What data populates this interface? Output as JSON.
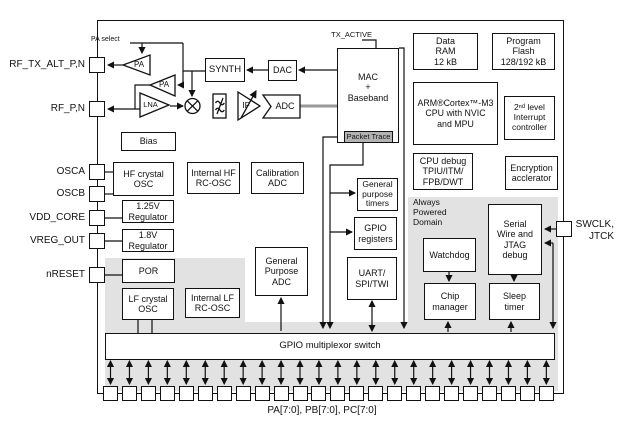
{
  "diagram_title": "SoC block diagram",
  "colors": {
    "domain_gray": "#e2e2e2",
    "packet_trace_gray": "#b3b3b3",
    "line": "#111111",
    "bus_gray": "#999999"
  },
  "pins": {
    "left": [
      "RF_TX_ALT_P,N",
      "RF_P,N",
      "OSCA",
      "OSCB",
      "VDD_CORE",
      "VREG_OUT",
      "nRESET"
    ],
    "right": "SWCLK,\nJTCK",
    "top": "TX_ACTIVE",
    "bottom_label": "PA[7:0], PB[7:0], PC[7:0]",
    "bottom_count": 24
  },
  "rf": {
    "pa_select": "PA select",
    "pa1": "PA",
    "pa2": "PA",
    "lna": "LNA",
    "if_amp": "IF",
    "synth": "SYNTH",
    "dac": "DAC",
    "adc": "ADC"
  },
  "blocks": {
    "mac": "MAC\n+\nBaseband",
    "packet_trace": "Packet Trace",
    "bias": "Bias",
    "hf_xtal": "HF crystal\nOSC",
    "int_hf": "Internal HF\nRC-OSC",
    "cal_adc": "Calibration\nADC",
    "reg125": "1.25V\nRegulator",
    "reg18": "1.8V\nRegulator",
    "por": "POR",
    "lf_xtal": "LF crystal\nOSC",
    "int_lf": "Internal LF\nRC-OSC",
    "gp_adc": "General\nPurpose\nADC",
    "timers": "General\npurpose\ntimers",
    "gpio_regs": "GPIO\nregisters",
    "uart": "UART/\nSPI/TWI",
    "data_ram": "Data\nRAM\n12 kB",
    "prog_flash": "Program\nFlash\n128/192 kB",
    "cpu": "ARM®Cortex™-M3\nCPU with NVIC\nand MPU",
    "int2": "2ⁿᵈ level\nInterrupt\ncontroller",
    "cpu_debug": "CPU debug\nTPIU/ITM/\nFPB/DWT",
    "encrypt": "Encryption\nacclerator",
    "apd_label": "Always\nPowered\nDomain",
    "serial_wire": "Serial\nWire and\nJTAG\ndebug",
    "watchdog": "Watchdog",
    "chip_mgr": "Chip\nmanager",
    "sleep_timer": "Sleep\ntimer",
    "gpio_bar": "GPIO multiplexor switch"
  }
}
